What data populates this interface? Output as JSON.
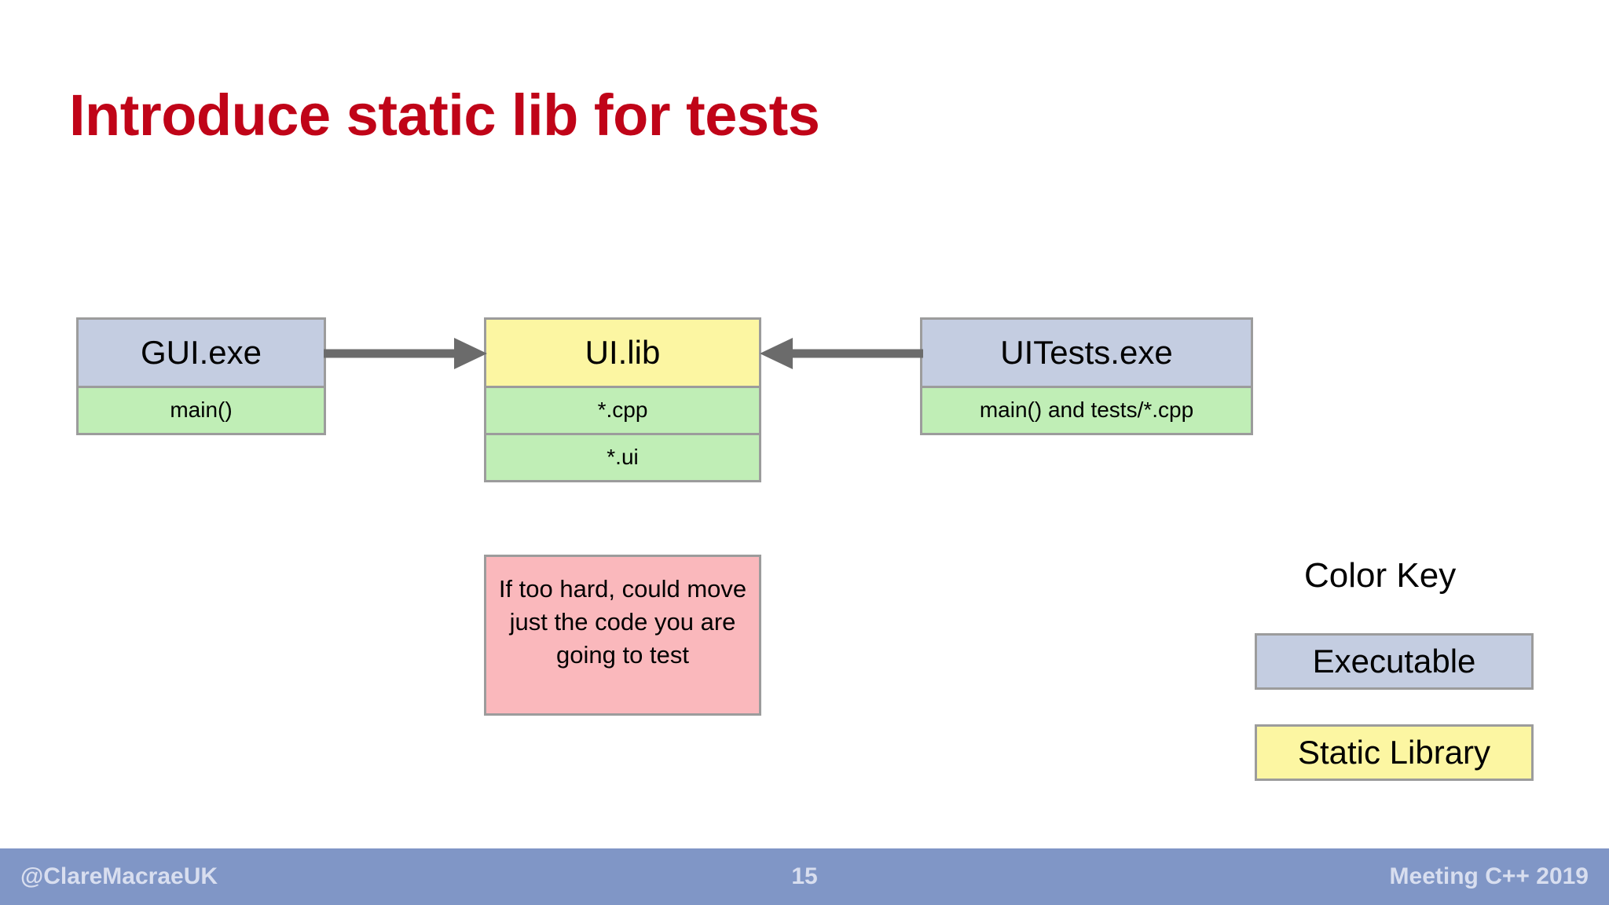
{
  "slide": {
    "title": "Introduce static lib for tests",
    "title_color": "#C00418",
    "background": "#FFFFFF"
  },
  "diagram": {
    "boxes": [
      {
        "id": "gui-exe",
        "kind": "executable",
        "header": "GUI.exe",
        "header_color": "#C4CDE1",
        "rows": [
          {
            "label": "main()",
            "color": "#C0EEB6"
          }
        ]
      },
      {
        "id": "ui-lib",
        "kind": "static-library",
        "header": "UI.lib",
        "header_color": "#FCF6A2",
        "rows": [
          {
            "label": "*.cpp",
            "color": "#C0EEB6"
          },
          {
            "label": "*.ui",
            "color": "#C0EEB6"
          }
        ]
      },
      {
        "id": "uitests-exe",
        "kind": "executable",
        "header": "UITests.exe",
        "header_color": "#C4CDE1",
        "rows": [
          {
            "label": "main() and tests/*.cpp",
            "color": "#C0EEB6"
          }
        ]
      }
    ],
    "arrows": [
      {
        "id": "gui-to-uilib",
        "from": "gui-exe",
        "to": "ui-lib",
        "direction": "right",
        "color": "#6B6B6B"
      },
      {
        "id": "uitests-to-uilib",
        "from": "uitests-exe",
        "to": "ui-lib",
        "direction": "left",
        "color": "#6B6B6B"
      }
    ],
    "note": {
      "text": "If too hard, could move just the code you are going to test",
      "color": "#FAB8BC"
    }
  },
  "color_key": {
    "title": "Color Key",
    "items": [
      {
        "label": "Executable",
        "color": "#C4CDE1"
      },
      {
        "label": "Static Library",
        "color": "#FCF6A2"
      }
    ]
  },
  "footer": {
    "handle": "@ClareMacraeUK",
    "page_number": "15",
    "event": "Meeting C++ 2019",
    "background": "#8096C6",
    "text_color": "#D8DEEF"
  }
}
